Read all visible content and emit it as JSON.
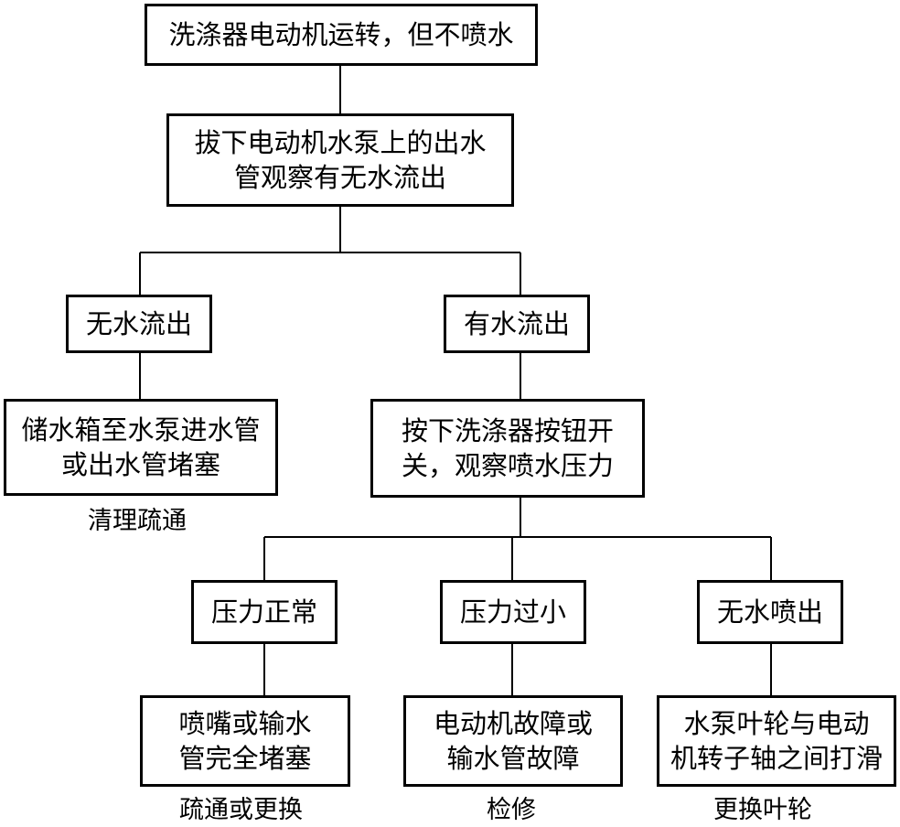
{
  "root": {
    "text": "洗涤器电动机运转，但不喷水"
  },
  "check_outlet": {
    "line1": "拔下电动机水泵上的出水",
    "line2": "管观察有无水流出"
  },
  "no_flow": {
    "text": "无水流出"
  },
  "has_flow": {
    "text": "有水流出"
  },
  "blocked_pipe": {
    "line1": "储水箱至水泵进水管",
    "line2": "或出水管堵塞",
    "remedy": "清理疏通"
  },
  "check_pressure": {
    "line1": "按下洗涤器按钮开",
    "line2": "关，观察喷水压力"
  },
  "pressure_normal": {
    "text": "压力正常",
    "cause_line1": "喷嘴或输水",
    "cause_line2": "管完全堵塞",
    "remedy": "疏通或更换"
  },
  "pressure_low": {
    "text": "压力过小",
    "cause_line1": "电动机故障或",
    "cause_line2": "输水管故障",
    "remedy": "检修"
  },
  "no_spray": {
    "text": "无水喷出",
    "cause_line1": "水泵叶轮与电动",
    "cause_line2": "机转子轴之间打滑",
    "remedy": "更换叶轮"
  },
  "colors": {
    "line": "#000000",
    "background": "#ffffff"
  }
}
